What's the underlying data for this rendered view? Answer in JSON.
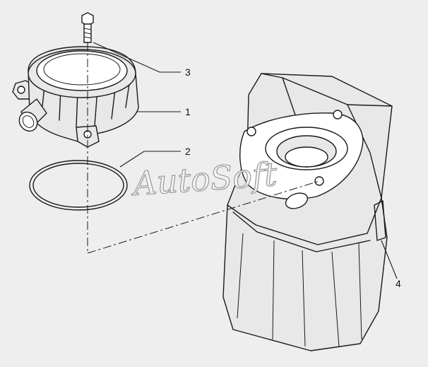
{
  "diagram": {
    "callouts": [
      {
        "id": "3",
        "label": "3"
      },
      {
        "id": "1",
        "label": "1"
      },
      {
        "id": "2",
        "label": "2"
      },
      {
        "id": "4",
        "label": "4"
      }
    ],
    "watermark": "AutoSoft"
  },
  "colors": {
    "background": "#eeeeee",
    "line": "#1a1a1a",
    "part_fill": "#e8e8e8"
  }
}
